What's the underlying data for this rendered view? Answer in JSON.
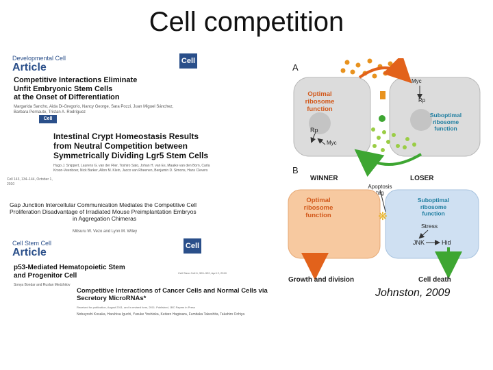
{
  "slide": {
    "title": "Cell competition",
    "citation": "Johnston, 2009"
  },
  "papers": [
    {
      "journal_line1": "Developmental Cell",
      "journal_line2": "Article",
      "logo": "Cell",
      "title_lines": [
        "Competitive Interactions Eliminate",
        "Unfit Embryonic Stem Cells",
        "at the Onset of Differentiation"
      ],
      "authors": "Margarida Sancho, Aida Di-Gregorio, Nancy George, Sara Pozzi, Juan Miguel Sánchez, Barbara Pernaute, Tristan A. Rodríguez"
    },
    {
      "logo": "Cell",
      "title_lines": [
        "Intestinal Crypt Homeostasis Results",
        "from Neutral Competition between",
        "Symmetrically Dividing Lgr5 Stem Cells"
      ],
      "authors": "Hugo J. Snippert, Laurens G. van der Flier, Toshiro Sato, Johan H. van Es, Maaike van den Born, Carla Kroon-Veenboer, Nick Barker, Allon M. Klein, Jacco van Rheenen, Benjamin D. Simons, Hans Clevers",
      "fine": "Cell 143, 134–144, October 1, 2010"
    },
    {
      "title_lines": [
        "Gap Junction Intercellular Communication Mediates the Competitive Cell",
        "Proliferation Disadvantage of Irradiated Mouse Preimplantation Embryos",
        "in Aggregation Chimeras"
      ],
      "authors": "Mitsuru W. Vezo and Lynn M. Wiley"
    },
    {
      "journal_line1": "Cell Stem Cell",
      "journal_line2": "Article",
      "logo": "Cell",
      "title_lines": [
        "p53-Mediated Hematopoietic Stem",
        "and Progenitor Cell"
      ],
      "authors": "Sonya Bondar and Ruslan Medzhitov",
      "fine": "Cell Stem Cell 6, 309–322, April 2, 2010"
    },
    {
      "title_lines": [
        "Competitive Interactions of Cancer Cells and Normal Cells via",
        "Secretory MicroRNAs*"
      ],
      "authors": "Nobuyoshi Kosaka, Haruhisa Iguchi, Yusuke Yoshioka, Keitaro Hagiwara, Fumitaka Takeshita, Takahiro Ochiya",
      "fine": "Received for publication, August 2011, and in revised form, 2011. Published, JBC Papers in Press"
    }
  ],
  "figure": {
    "panel_a": {
      "label": "A",
      "left_cell": "Optimal\nribosome\nfunction",
      "right_cell": "Suboptimal\nribosome\nfunction",
      "left_rp": "Rp",
      "left_myc": "Myc",
      "right_myc": "Myc",
      "right_rp": "Rp"
    },
    "panel_b": {
      "label": "B",
      "winner": "WINNER",
      "loser": "LOSER",
      "apoptosis": "Apoptosis\ntag",
      "left_cell": "Optimal\nribosome\nfunction",
      "right_cell": "Suboptimal\nribosome\nfunction",
      "stress": "Stress",
      "jnk": "JNK",
      "hid": "Hid",
      "growth": "Growth and division",
      "death": "Cell death"
    },
    "colors": {
      "gray_cell": "#dcdcdc",
      "orange_cell": "#f7c9a0",
      "blue_cell": "#cfe0f2",
      "accent_orange": "#e2621b",
      "accent_green": "#3ea632",
      "text_orange": "#d2581a",
      "text_teal": "#1f7ea0"
    }
  }
}
